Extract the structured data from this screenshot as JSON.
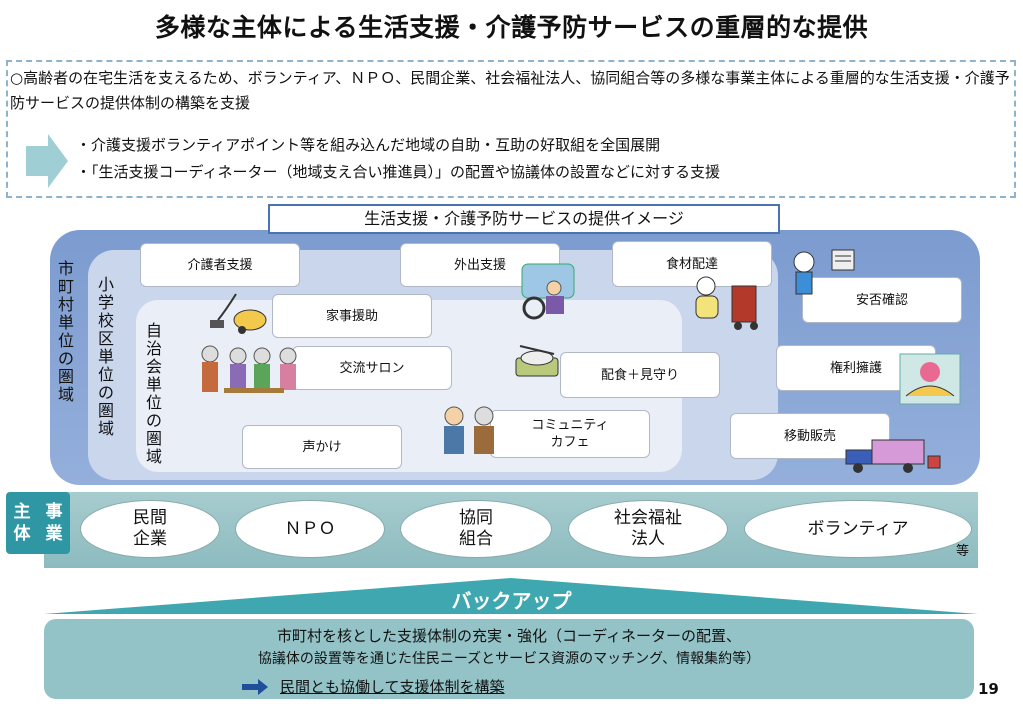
{
  "title": "多様な主体による生活支援・介護予防サービスの重層的な提供",
  "intro": {
    "text": "○高齢者の在宅生活を支えるため、ボランティア、ＮＰＯ、民間企業、社会福祉法人、協同組合等の多様な事業主体による重層的な生活支援・介護予防サービスの提供体制の構築を支援",
    "bullets": [
      "・介護支援ボランティアポイント等を組み込んだ地域の自助・互助の好取組を全国展開",
      "・「生活支援コーディネーター（地域支え合い推進員）」の配置や協議体の設置などに対する支援"
    ]
  },
  "image_label": "生活支援・介護予防サービスの提供イメージ",
  "zones": {
    "municipal": "市町村単位の圏域",
    "school": "小学校区単位の圏域",
    "neighborhood": "自治会単位の圏域"
  },
  "services": {
    "caregiver_support": "介護者支援",
    "outing_support": "外出支援",
    "food_delivery": "食材配達",
    "safety_check": "安否確認",
    "housework": "家事援助",
    "salon": "交流サロン",
    "meal_watch": "配食＋見守り",
    "rights_advocacy": "権利擁護",
    "mobile_sales": "移動販売",
    "greeting": "声かけ",
    "community_cafe": "コミュニティ\nカフェ"
  },
  "entities": {
    "header": [
      "事",
      "主",
      "業",
      "体"
    ],
    "items": [
      "民間\n企業",
      "ＮＰＯ",
      "協同\n組合",
      "社会福祉\n法人",
      "ボランティア"
    ],
    "etc": "等"
  },
  "backup": {
    "heading": "バックアップ",
    "line1": "市町村を核とした支援体制の充実・強化（コーディネーターの配置、",
    "line2": "協議体の設置等を通じた住民ニーズとサービス資源のマッチング、情報集約等）",
    "line3": "民間とも協働して支援体制を構築"
  },
  "page_number": "19",
  "colors": {
    "outer_zone": "#7c9bcf",
    "mid_zone": "#c9d6ec",
    "inner_zone": "#e9eef7",
    "entity_header": "#2f97a3",
    "band": "#93c3c7",
    "backup_triangle": "#3fa7b0",
    "arrow": "#1f4e9a"
  },
  "icons": [
    "vacuum-cleaner-icon",
    "elderly-group-icon",
    "wheelchair-van-icon",
    "delivery-person-icon",
    "clipboard-person-icon",
    "meal-tray-icon",
    "community-people-icon",
    "protection-hands-icon",
    "truck-icon",
    "right-arrow-icon"
  ]
}
